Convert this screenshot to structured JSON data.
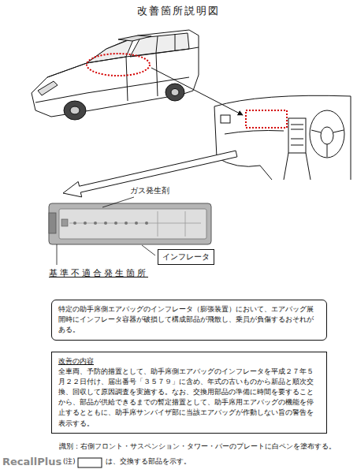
{
  "diagram": {
    "title": "改善箇所説明図",
    "nodes": [
      {
        "text": [
          "インフレータ"
        ]
      },
      {
        "text": [
          "特定の助手席側エアバッグのインフレータ（膨張装置）において、エアバッグ展開時にインフレータ容器が破損して構成部品が飛散し、乗員が負傷するおそれがある。"
        ]
      },
      {
        "text": [
          "改善の内容",
          "全車両、予防的措置として、助手席側エアバッグのインフレータを平成２７年５月２２日付け、届出番号「３５７９」に含め、年式の古いものから新品と順次交換、回収して原因調査を実施する。なお、交換用部品の準備に時間を要することから、部品が供給できるまでの暫定措置として、助手席用エアバッグの機能を停止するとともに、助手席サンバイザ部に当該エアバッグが作動しない旨の警告を表示する。"
        ]
      }
    ],
    "labels": [
      "ガス発生剤",
      "基準不適合発生箇所",
      "識別：右側フロント・サスペンション・タワー・バーのプレートに白ペンを塗布する。",
      "(注)",
      "は、交換する部品を示す。",
      "RecallPlus"
    ]
  }
}
